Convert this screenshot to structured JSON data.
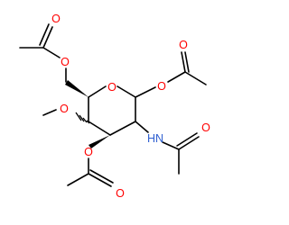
{
  "molecule": {
    "atoms": {
      "ring_oxygen": "O",
      "anomeric_ester_oxygen": "O",
      "anomeric_carbonyl_oxygen": "O",
      "c6_ester_oxygen": "O",
      "c6_carbonyl_oxygen": "O",
      "methoxy_oxygen": "O",
      "c3_ester_oxygen": "O",
      "c3_carbonyl_oxygen": "O",
      "amide_nitrogen": "HN",
      "amide_carbonyl_oxygen": "O"
    },
    "colors": {
      "bond": "#000000",
      "oxygen": "#ff0000",
      "nitrogen": "#2f5fd0"
    }
  }
}
